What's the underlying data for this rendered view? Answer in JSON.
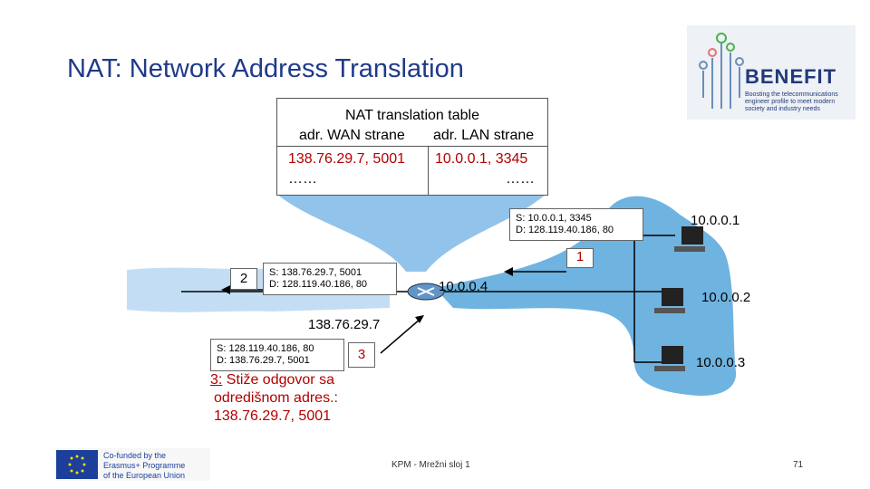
{
  "title": "NAT: Network Address Translation",
  "nat_table": {
    "title": "NAT translation table",
    "wan_header": "adr. WAN strane",
    "lan_header": "adr. LAN strane",
    "row_wan": "138.76.29.7, 5001",
    "row_lan": "10.0.0.1, 3345",
    "dots_wan": "……",
    "dots_lan": "……"
  },
  "packets": {
    "p1": {
      "src": "S: 10.0.0.1, 3345",
      "dst": "D: 128.119.40.186, 80",
      "step": "1"
    },
    "p2": {
      "src": "S: 138.76.29.7, 5001",
      "dst": "D: 128.119.40.186, 80",
      "step": "2"
    },
    "p3": {
      "src": "S: 128.119.40.186, 80",
      "dst": "D: 138.76.29.7, 5001",
      "step": "3"
    }
  },
  "addresses": {
    "router_lan": "10.0.0.4",
    "router_wan": "138.76.29.7",
    "host1": "10.0.0.1",
    "host2": "10.0.0.2",
    "host3": "10.0.0.3"
  },
  "answer": {
    "step": "3:",
    "line1": " Stiže odgovor sa",
    "line2": "odredišnom adres.:",
    "line3": "138.76.29.7, 5001"
  },
  "logo": {
    "name": "BENEFIT",
    "tagline1": "Boosting the telecommunications",
    "tagline2": "engineer profile to meet modern",
    "tagline3": "society and industry needs"
  },
  "eu": {
    "line1": "Co-funded by the",
    "line2": "Erasmus+ Programme",
    "line3": "of the European Union"
  },
  "footer": {
    "center": "KPM - Mrežni sloj 1",
    "page": "71"
  },
  "colors": {
    "network_blue": "#6fb3e0",
    "title_blue": "#1f3a8a",
    "answer_red": "#b30000"
  }
}
